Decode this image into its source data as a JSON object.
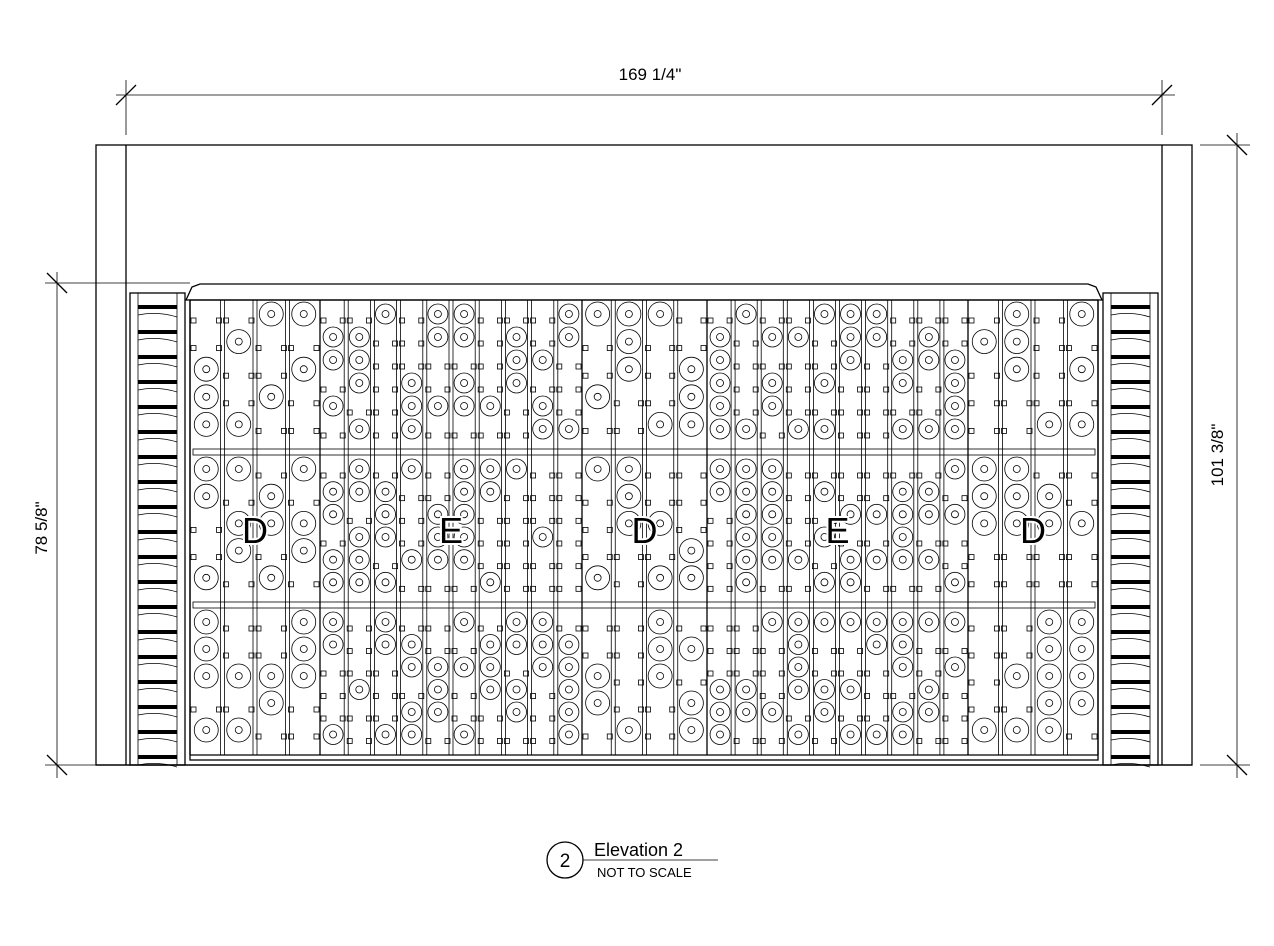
{
  "dimensions": {
    "width": "169 1/4\"",
    "rack_height": "78 5/8\"",
    "total_height": "101 3/8\""
  },
  "sections": [
    {
      "label": "D",
      "type": "magnum"
    },
    {
      "label": "E",
      "type": "standard"
    },
    {
      "label": "D",
      "type": "magnum"
    },
    {
      "label": "E",
      "type": "standard"
    },
    {
      "label": "D",
      "type": "magnum"
    }
  ],
  "title_block": {
    "callout_number": "2",
    "title": "Elevation 2",
    "scale_note": "NOT TO SCALE"
  },
  "colors": {
    "line": "#000000",
    "background": "#ffffff"
  }
}
